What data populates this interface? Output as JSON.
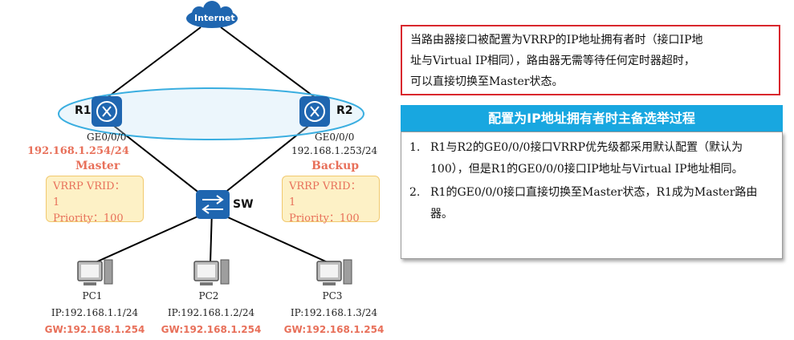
{
  "cloud": {
    "label": "Internet"
  },
  "routers": {
    "r1": {
      "name": "R1",
      "interface": "GE0/0/0",
      "ip": "192.168.1.254/24",
      "role": "Master",
      "vrrp_line1": "VRRP VRID：",
      "vrrp_line2": "1",
      "vrrp_line3": "Priority：100"
    },
    "r2": {
      "name": "R2",
      "interface": "GE0/0/0",
      "ip": "192.168.1.253/24",
      "role": "Backup",
      "vrrp_line1": "VRRP VRID：",
      "vrrp_line2": "1",
      "vrrp_line3": "Priority：100"
    }
  },
  "switch": {
    "name": "SW"
  },
  "pcs": [
    {
      "name": "PC1",
      "ip": "IP:192.168.1.1/24",
      "gw": "GW:192.168.1.254"
    },
    {
      "name": "PC2",
      "ip": "IP:192.168.1.2/24",
      "gw": "GW:192.168.1.254"
    },
    {
      "name": "PC3",
      "ip": "IP:192.168.1.3/24",
      "gw": "GW:192.168.1.254"
    }
  ],
  "note": {
    "line1": "当路由器接口被配置为VRRP的IP地址拥有者时（接口IP地",
    "line2": "址与Virtual IP相同），路由器无需等待任何定时器超时，",
    "line3": "可以直接切换至Master状态。"
  },
  "process": {
    "title": "配置为IP地址拥有者时主备选举过程",
    "steps": [
      {
        "num": "1.",
        "text": "R1与R2的GE0/0/0接口VRRP优先级都采用默认配置（默认为100），但是R1的GE0/0/0接口IP地址与Virtual IP地址相同。"
      },
      {
        "num": "2.",
        "text": "R1的GE0/0/0接口直接切换至Master状态，R1成为Master路由器。"
      }
    ]
  },
  "colors": {
    "accent_red": "#e8705a",
    "note_border": "#d9272d",
    "title_bar": "#18a7e0",
    "device_blue": "#1f66b0",
    "vrrp_box_fill": "#fdf1c6"
  }
}
